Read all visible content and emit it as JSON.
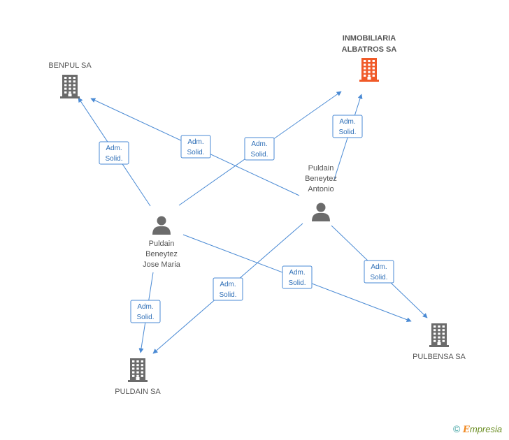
{
  "companies": [
    {
      "id": "benpul",
      "lines": [
        "BENPUL SA"
      ],
      "focus": false
    },
    {
      "id": "albatros",
      "lines": [
        "INMOBILIARIA",
        "ALBATROS SA"
      ],
      "focus": true
    },
    {
      "id": "puldain",
      "lines": [
        "PULDAIN SA"
      ],
      "focus": false
    },
    {
      "id": "pulbensa",
      "lines": [
        "PULBENSA SA"
      ],
      "focus": false
    }
  ],
  "people": [
    {
      "id": "antonio",
      "lines": [
        "Puldain",
        "Beneytez",
        "Antonio"
      ]
    },
    {
      "id": "josemaria",
      "lines": [
        "Puldain",
        "Beneytez",
        "Jose Maria"
      ]
    }
  ],
  "relations": [
    {
      "from": "josemaria",
      "to": "benpul",
      "label": [
        "Adm.",
        "Solid."
      ]
    },
    {
      "from": "antonio",
      "to": "benpul",
      "label": [
        "Adm.",
        "Solid."
      ]
    },
    {
      "from": "josemaria",
      "to": "albatros",
      "label": [
        "Adm.",
        "Solid."
      ]
    },
    {
      "from": "antonio",
      "to": "albatros",
      "label": [
        "Adm.",
        "Solid."
      ]
    },
    {
      "from": "josemaria",
      "to": "puldain",
      "label": [
        "Adm.",
        "Solid."
      ]
    },
    {
      "from": "antonio",
      "to": "puldain",
      "label": [
        "Adm.",
        "Solid."
      ]
    },
    {
      "from": "josemaria",
      "to": "pulbensa",
      "label": [
        "Adm.",
        "Solid."
      ]
    },
    {
      "from": "antonio",
      "to": "pulbensa",
      "label": [
        "Adm.",
        "Solid."
      ]
    }
  ],
  "colors": {
    "edge": "#4a8ad4",
    "building": "#6b6b6b",
    "focus_building": "#f05a28",
    "person": "#6b6b6b"
  },
  "brand": {
    "symbol": "©",
    "initial": "E",
    "rest": "mpresia"
  }
}
